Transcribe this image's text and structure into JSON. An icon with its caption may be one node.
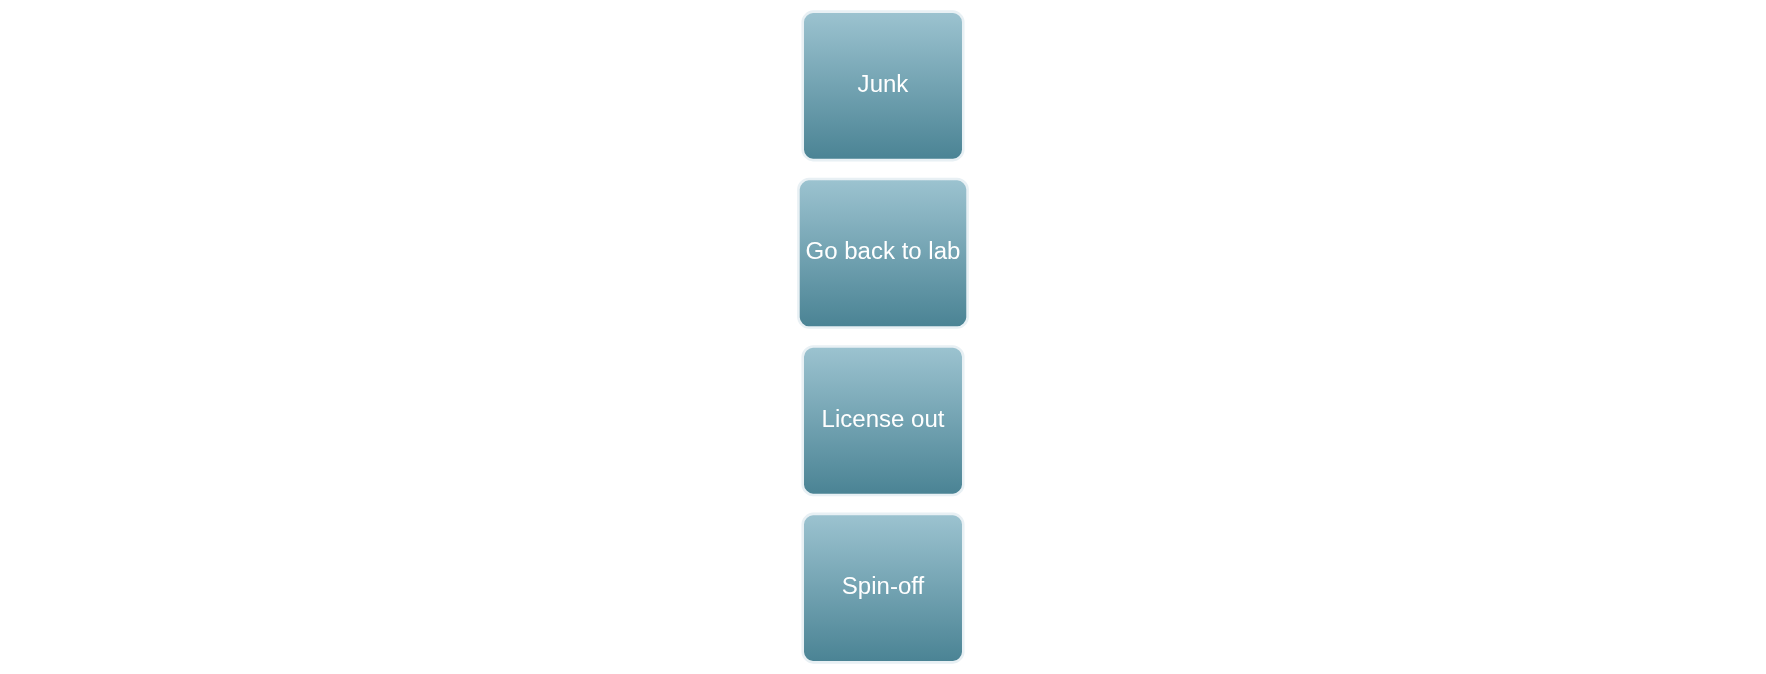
{
  "diagram": {
    "nodes": [
      {
        "text": [
          "Junk"
        ]
      },
      {
        "text": [
          "Go back to lab"
        ]
      },
      {
        "text": [
          "License out"
        ]
      },
      {
        "text": [
          "Spin-off"
        ]
      }
    ]
  }
}
